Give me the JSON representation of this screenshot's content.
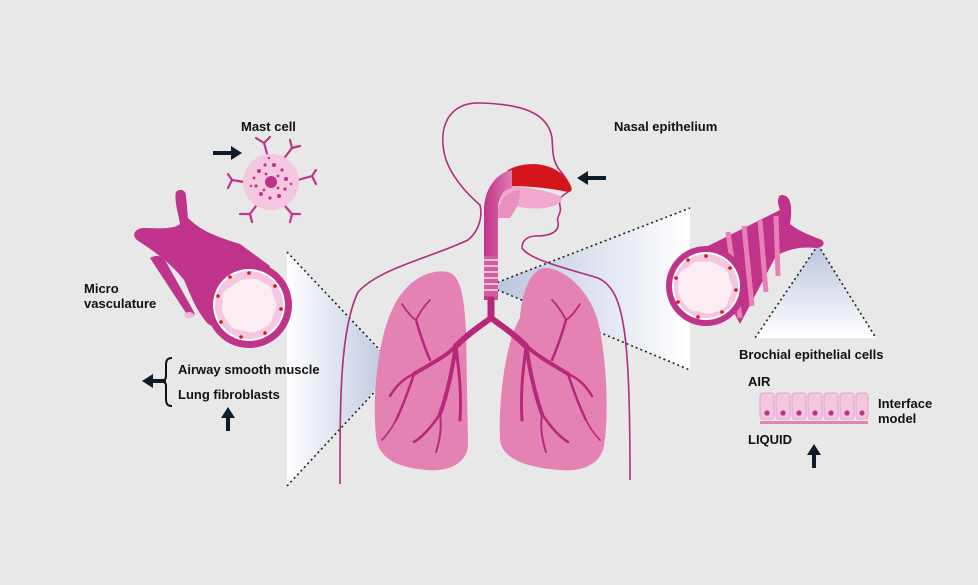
{
  "labels": {
    "mast_cell": "Mast cell",
    "nasal_epithelium": "Nasal epithelium",
    "micro_vasculature": "Micro\nvasculature",
    "airway_smooth_muscle": "Airway smooth muscle",
    "lung_fibroblasts": "Lung fibroblasts",
    "bronchial_epithelial_cells": "Brochial epithelial cells",
    "air": "AIR",
    "liquid": "LIQUID",
    "interface_model": "Interface\nmodel"
  },
  "colors": {
    "background": "#e8e8e8",
    "magenta": "#c0338a",
    "lung_pink": "#e582b4",
    "pale_pink": "#f5c6df",
    "red": "#d4151c",
    "arrow": "#0d1b2a"
  }
}
